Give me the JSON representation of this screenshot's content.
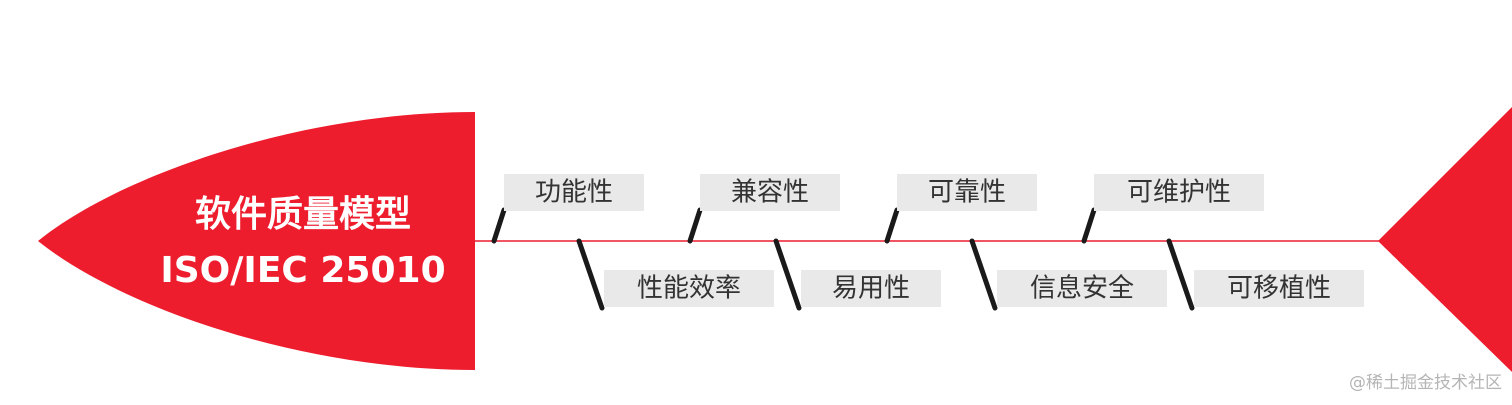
{
  "diagram": {
    "type": "fishbone",
    "head": {
      "title_line1": "软件质量模型",
      "title_line2": "ISO/IEC 25010"
    },
    "top_branches": [
      "功能性",
      "兼容性",
      "可靠性",
      "可维护性"
    ],
    "bottom_branches": [
      "性能效率",
      "易用性",
      "信息安全",
      "可移植性"
    ]
  },
  "colors": {
    "head": "#ee1d2e",
    "tail": "#ee1d2e",
    "spine": "#ee1d2e",
    "bone": "#1a1a1a",
    "label_bg": "#e9e9e9",
    "label_text": "#333333"
  },
  "watermark": "@稀土掘金技术社区"
}
